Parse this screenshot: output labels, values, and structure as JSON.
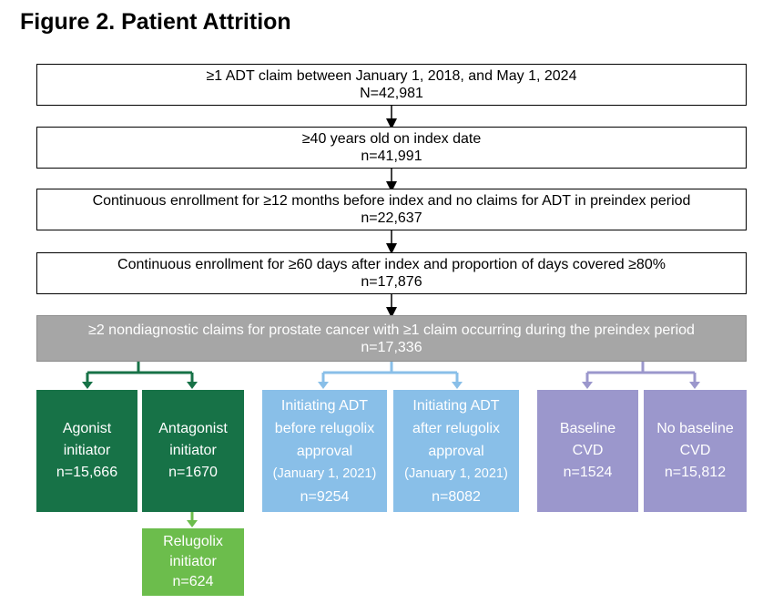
{
  "title": "Figure 2. Patient Attrition",
  "stages": [
    {
      "line1": "≥1 ADT claim between January 1, 2018, and May 1, 2024",
      "line2": "N=42,981"
    },
    {
      "line1": "≥40 years old on index date",
      "line2": "n=41,991"
    },
    {
      "line1": "Continuous enrollment for ≥12 months before index and no claims for ADT in preindex period",
      "line2": "n=22,637"
    },
    {
      "line1": "Continuous enrollment for ≥60 days after index and proportion of days covered ≥80%",
      "line2": "n=17,876"
    },
    {
      "line1": "≥2 nondiagnostic claims for prostate cancer with ≥1 claim occurring during the preindex period",
      "line2": "n=17,336"
    }
  ],
  "groups": {
    "agonist": {
      "line1": "Agonist",
      "line2": "initiator",
      "n": "n=15,666"
    },
    "antagonist": {
      "line1": "Antagonist",
      "line2": "initiator",
      "n": "n=1670"
    },
    "relugolix": {
      "line1": "Relugolix",
      "line2": "initiator",
      "n": "n=624"
    },
    "before": {
      "line1": "Initiating ADT",
      "line2": "before relugolix",
      "line3": "approval",
      "line4": "(January 1, 2021)",
      "n": "n=9254"
    },
    "after": {
      "line1": "Initiating ADT",
      "line2": "after relugolix",
      "line3": "approval",
      "line4": "(January 1, 2021)",
      "n": "n=8082"
    },
    "baseline": {
      "line1": "Baseline",
      "line2": "CVD",
      "n": "n=1524"
    },
    "nobaseline": {
      "line1": "No baseline",
      "line2": "CVD",
      "n": "n=15,812"
    }
  },
  "colors": {
    "green_dark": "#177247",
    "green_light": "#6cbd4c",
    "blue": "#89bfe8",
    "purple": "#9b97cc",
    "gray": "#a6a6a6"
  }
}
